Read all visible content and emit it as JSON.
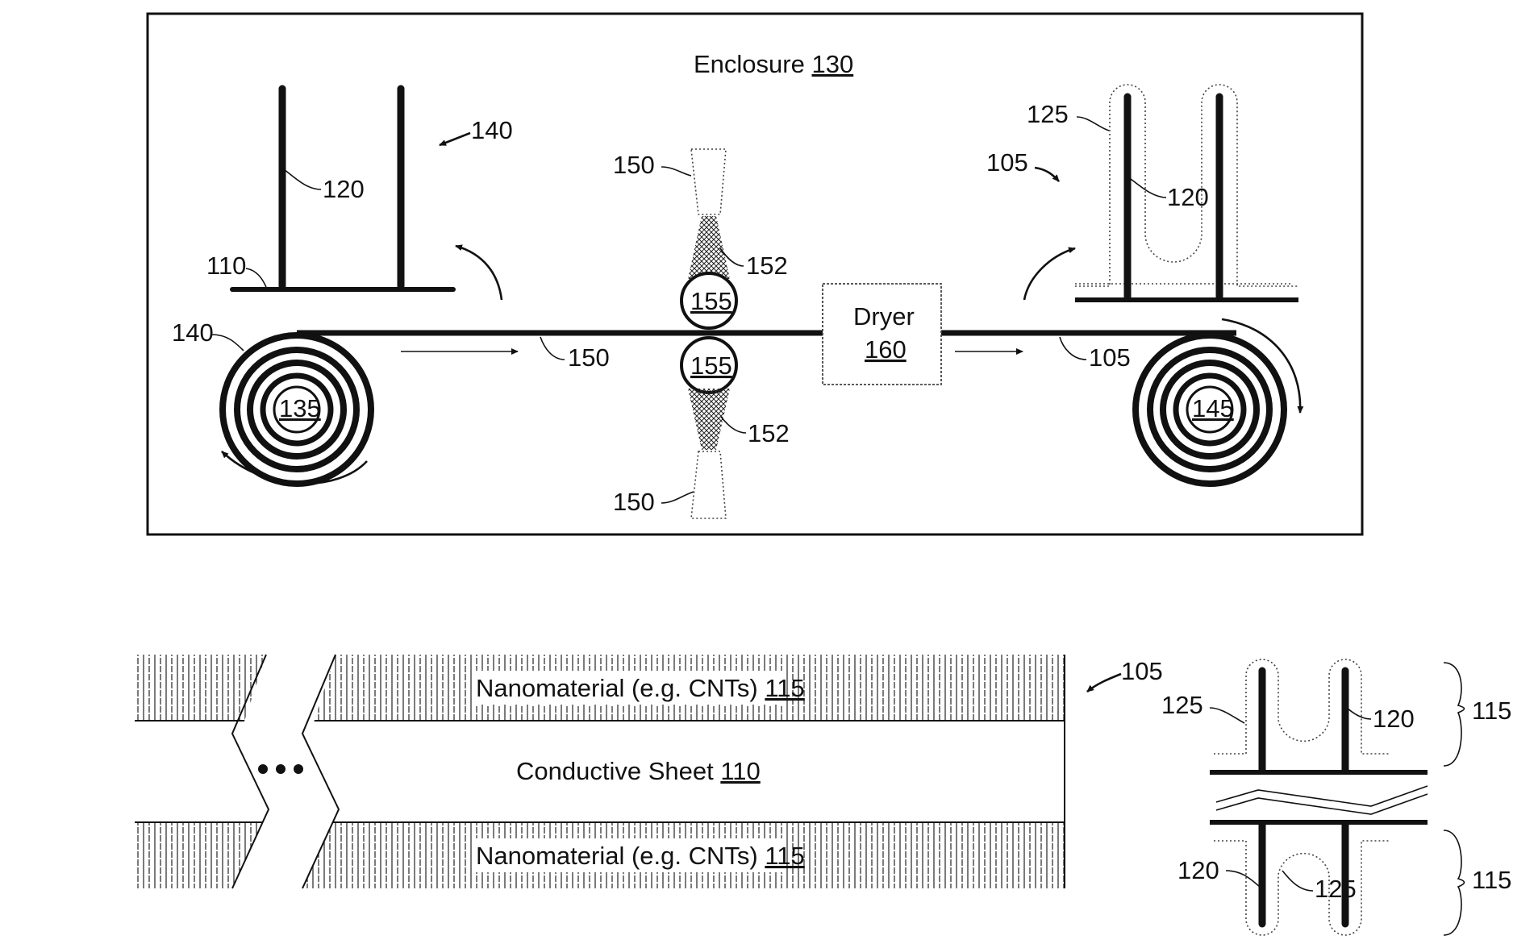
{
  "figure_top": {
    "enclosure": {
      "label": "Enclosure",
      "ref": "130"
    },
    "dryer": {
      "label": "Dryer",
      "ref": "160"
    },
    "labels": {
      "left_assembly_ref": "140",
      "left_fiber_ref": "120",
      "left_sheet_ref": "110",
      "left_roll_ref": "140",
      "left_spool_ref": "135",
      "top_sprayer_ref": "150",
      "top_spray_ref": "152",
      "bottom_sprayer_ref": "150",
      "bottom_spray_ref": "152",
      "top_roller_ref": "155",
      "bottom_roller_ref": "155",
      "sheet_ref": "150",
      "right_coating_ref": "125",
      "right_product_ref": "105",
      "right_fiber_ref": "120",
      "right_sheet_ref": "105",
      "right_spool_ref": "145"
    }
  },
  "figure_bottom": {
    "top_layer": {
      "text": "Nanomaterial (e.g. CNTs)",
      "ref": "115"
    },
    "middle_layer": {
      "text": "Conductive Sheet",
      "ref": "110"
    },
    "bottom_layer": {
      "text": "Nanomaterial (e.g. CNTs)",
      "ref": "115"
    },
    "labels": {
      "product_ref": "105",
      "upper_coating_ref": "125",
      "upper_fiber_ref": "120",
      "upper_brace_ref": "115",
      "lower_fiber_ref": "120",
      "lower_coating_ref": "125",
      "lower_brace_ref": "115"
    }
  }
}
